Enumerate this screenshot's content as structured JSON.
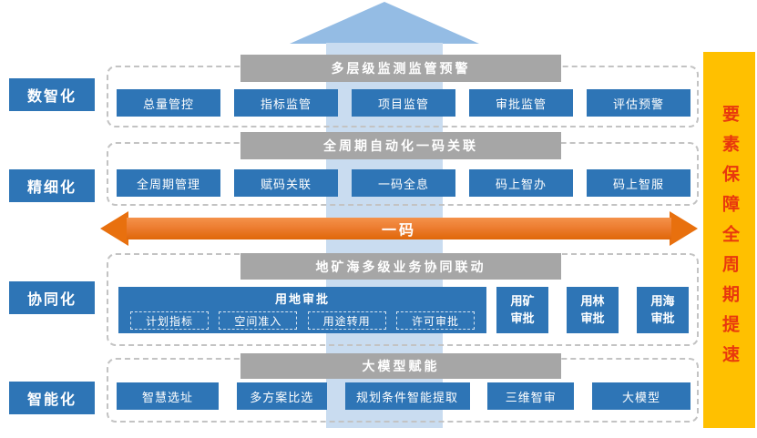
{
  "rows": [
    {
      "label": "数智化",
      "header": "多层级监测监管预警",
      "items": [
        "总量管控",
        "指标监管",
        "项目监管",
        "审批监管",
        "评估预警"
      ]
    },
    {
      "label": "精细化",
      "header": "全周期自动化一码关联",
      "items": [
        "全周期管理",
        "赋码关联",
        "一码全息",
        "码上智办",
        "码上智服"
      ]
    },
    {
      "label": "协同化",
      "header": "地矿海多级业务协同联动",
      "land_approval": {
        "title": "用地审批",
        "sub_items": [
          "计划指标",
          "空间准入",
          "用途转用",
          "许可审批"
        ]
      },
      "side_items": [
        "用矿审批",
        "用林审批",
        "用海审批"
      ]
    },
    {
      "label": "智能化",
      "header": "大模型赋能",
      "items": [
        "智慧选址",
        "多方案比选",
        "规划条件智能提取",
        "三维智审",
        "大模型"
      ]
    }
  ],
  "code_arrow_label": "一码",
  "right_bar_label": "要素保障全周期提速",
  "colors": {
    "primary_blue": "#2e75b6",
    "header_gray": "#a6a6a6",
    "orange": "#ed7d31",
    "amber": "#ffc000",
    "arrow_blue_body": "#c9dcf0",
    "arrow_blue_head": "#94bce4",
    "right_bar_text_red": "#e8380d",
    "dashed_border_gray": "#c3c3c3"
  }
}
